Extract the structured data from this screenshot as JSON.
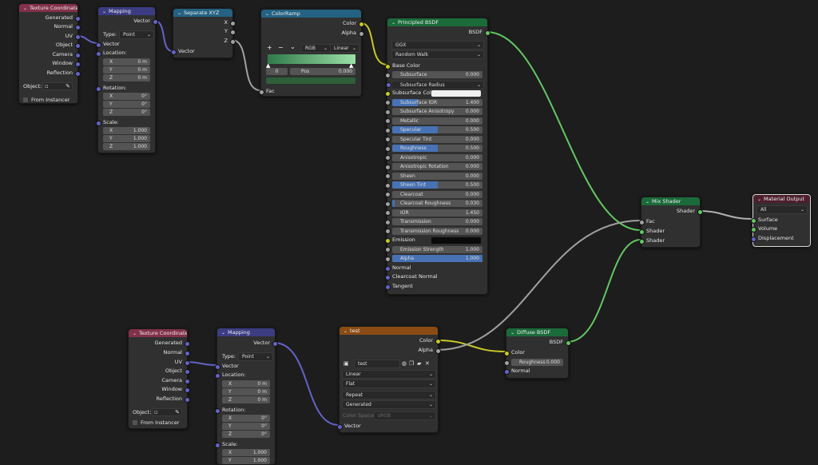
{
  "nodes": {
    "texcoord1": {
      "title": "Texture Coordinate",
      "outputs": [
        "Generated",
        "Normal",
        "UV",
        "Object",
        "Camera",
        "Window",
        "Reflection"
      ],
      "object_label": "Object:",
      "from_instancer": "From Instancer"
    },
    "mapping1": {
      "title": "Mapping",
      "output": "Vector",
      "type_label": "Type:",
      "type_value": "Point",
      "vector_label": "Vector",
      "location_label": "Location:",
      "location": [
        {
          "axis": "X",
          "value": "0 m"
        },
        {
          "axis": "Y",
          "value": "0 m"
        },
        {
          "axis": "Z",
          "value": "0 m"
        }
      ],
      "rotation_label": "Rotation:",
      "rotation": [
        {
          "axis": "X",
          "value": "0°"
        },
        {
          "axis": "Y",
          "value": "0°"
        },
        {
          "axis": "Z",
          "value": "0°"
        }
      ],
      "scale_label": "Scale:",
      "scale": [
        {
          "axis": "X",
          "value": "1.000"
        },
        {
          "axis": "Y",
          "value": "1.000"
        },
        {
          "axis": "Z",
          "value": "1.000"
        }
      ]
    },
    "sepxyz": {
      "title": "Separate XYZ",
      "outputs": [
        "X",
        "Y",
        "Z"
      ],
      "input": "Vector"
    },
    "colorramp": {
      "title": "ColorRamp",
      "outputs": [
        "Color",
        "Alpha"
      ],
      "controls": {
        "add": "+",
        "remove": "−",
        "menu": "⌄"
      },
      "color_mode": "RGB",
      "interpolation": "Linear",
      "stop_index": "0",
      "pos_label": "Pos",
      "pos_value": "0.000",
      "input": "Fac",
      "colors": {
        "ramp_start": "#2f7a4a",
        "ramp_end": "#9be0a8",
        "stop_color": "#2e5e3a"
      }
    },
    "principled": {
      "title": "Principled BSDF",
      "output": "BSDF",
      "distribution": "GGX",
      "subsurface_method": "Random Walk",
      "base_color": "Base Color",
      "subsurface_radius": "Subsurface Radius",
      "subsurface_color": "Subsurface Col...",
      "emission": "Emission",
      "normal": "Normal",
      "clearcoat_normal": "Clearcoat Normal",
      "tangent": "Tangent",
      "fields": [
        {
          "label": "Subsurface",
          "value": "0.000",
          "fill": 0
        },
        {
          "label": "Subsurface IOR",
          "value": "1.400",
          "fill": 0.28
        },
        {
          "label": "Subsurface Anisotropy",
          "value": "0.000",
          "fill": 0
        },
        {
          "label": "Metallic",
          "value": "0.000",
          "fill": 0
        },
        {
          "label": "Specular",
          "value": "0.500",
          "fill": 0.5
        },
        {
          "label": "Specular Tint",
          "value": "0.000",
          "fill": 0
        },
        {
          "label": "Roughness",
          "value": "0.500",
          "fill": 0.5
        },
        {
          "label": "Anisotropic",
          "value": "0.000",
          "fill": 0
        },
        {
          "label": "Anisotropic Rotation",
          "value": "0.000",
          "fill": 0
        },
        {
          "label": "Sheen",
          "value": "0.000",
          "fill": 0
        },
        {
          "label": "Sheen Tint",
          "value": "0.500",
          "fill": 0.5
        },
        {
          "label": "Clearcoat",
          "value": "0.000",
          "fill": 0
        },
        {
          "label": "Clearcoat Roughness",
          "value": "0.030",
          "fill": 0.03
        },
        {
          "label": "IOR",
          "value": "1.450",
          "fill": 0
        },
        {
          "label": "Transmission",
          "value": "0.000",
          "fill": 0
        },
        {
          "label": "Transmission Roughness",
          "value": "0.000",
          "fill": 0
        }
      ],
      "emission_strength": {
        "label": "Emission Strength",
        "value": "1.000"
      },
      "alpha": {
        "label": "Alpha",
        "value": "1.000",
        "fill": 1
      }
    },
    "mixshader": {
      "title": "Mix Shader",
      "output": "Shader",
      "inputs": [
        "Fac",
        "Shader",
        "Shader"
      ]
    },
    "matout": {
      "title": "Material Output",
      "target": "All",
      "inputs": [
        "Surface",
        "Volume",
        "Displacement"
      ]
    },
    "texcoord2": {
      "title": "Texture Coordinate",
      "outputs": [
        "Generated",
        "Normal",
        "UV",
        "Object",
        "Camera",
        "Window",
        "Reflection"
      ],
      "object_label": "Object:",
      "from_instancer": "From Instancer"
    },
    "mapping2": {
      "title": "Mapping",
      "output": "Vector",
      "type_label": "Type:",
      "type_value": "Point",
      "vector_label": "Vector",
      "location_label": "Location:",
      "location": [
        {
          "axis": "X",
          "value": "0 m"
        },
        {
          "axis": "Y",
          "value": "0 m"
        },
        {
          "axis": "Z",
          "value": "0 m"
        }
      ],
      "rotation_label": "Rotation:",
      "rotation": [
        {
          "axis": "X",
          "value": "0°"
        },
        {
          "axis": "Y",
          "value": "0°"
        },
        {
          "axis": "Z",
          "value": "0°"
        }
      ],
      "scale_label": "Scale:",
      "scale": [
        {
          "axis": "X",
          "value": "1.000"
        },
        {
          "axis": "Y",
          "value": "1.000"
        }
      ]
    },
    "imgtex": {
      "title": "test",
      "outputs": [
        "Color",
        "Alpha"
      ],
      "image_name": "test",
      "interpolation": "Linear",
      "projection": "Flat",
      "extension": "Repeat",
      "source": "Generated",
      "colorspace_label": "Color Space",
      "colorspace_value": "sRGB",
      "input": "Vector"
    },
    "diffuse": {
      "title": "Diffuse BSDF",
      "output": "BSDF",
      "color": "Color",
      "roughness_label": "Roughness",
      "roughness_value": "0.000",
      "normal": "Normal"
    }
  },
  "colors": {
    "wire_default": "#a0a0a0",
    "wire_vector": "#6363c7",
    "wire_color": "#c7c729",
    "wire_shader": "#63c763",
    "background": "#1d1d1d"
  }
}
